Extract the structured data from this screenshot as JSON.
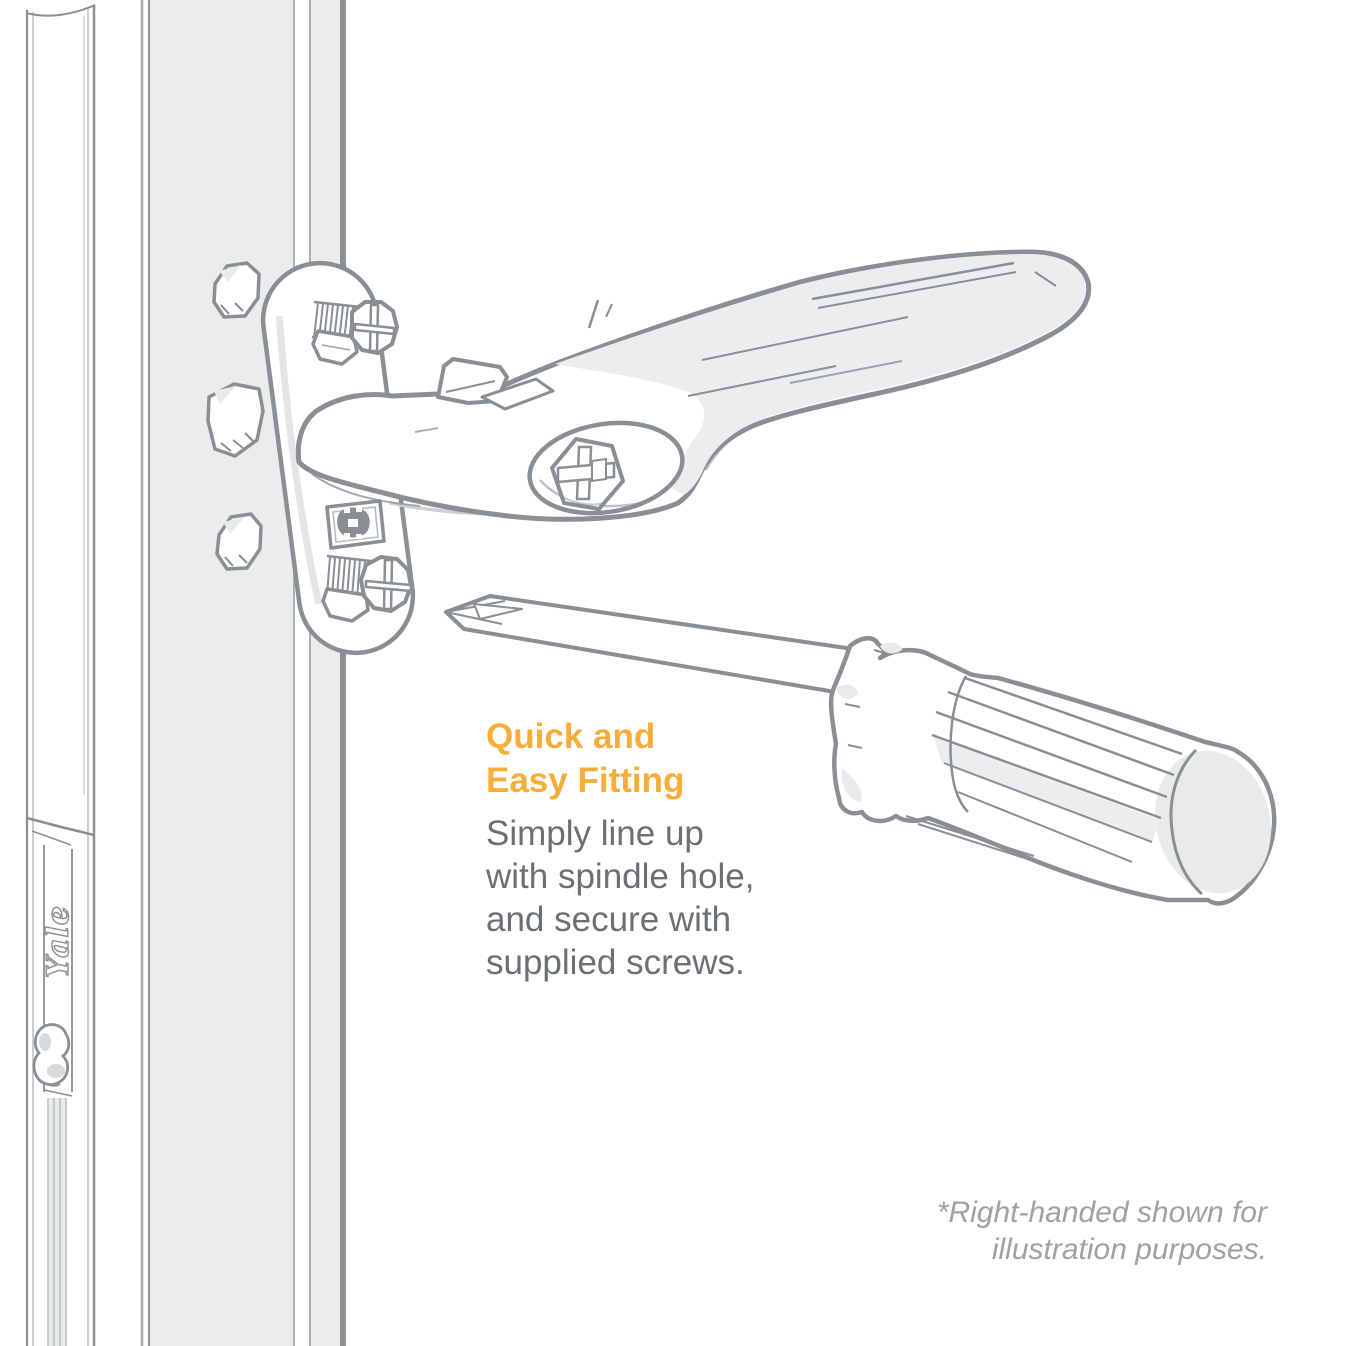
{
  "illustration": {
    "brand_label": "Yale",
    "description": "Exploded line drawing of a right-handed window handle being fitted to a window sash profile with a Phillips screwdriver",
    "components": [
      "yale-lock-strip",
      "window-frame-profile",
      "roller-cam-pegs",
      "handle-backplate",
      "fixing-screw-top",
      "spindle-hole",
      "fixing-screw-bottom",
      "window-handle",
      "screwdriver"
    ],
    "colors": {
      "outline": "#8A8F93",
      "light_outline": "#A6ABAE",
      "shade_fill": "#EBEDED",
      "accent_orange": "#F8AC3A",
      "body_text": "#6B7074",
      "footnote_text": "#9EA2A6"
    }
  },
  "callout": {
    "heading_line1": "Quick and",
    "heading_line2": "Easy Fitting",
    "body_lines": [
      "Simply line up",
      "with spindle hole,",
      "and secure with",
      "supplied screws."
    ]
  },
  "footnote": {
    "line1": "*Right-handed shown for",
    "line2": "illustration purposes."
  }
}
